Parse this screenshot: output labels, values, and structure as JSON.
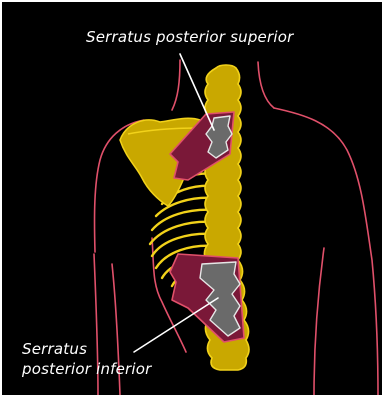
{
  "labels": {
    "superior": "Serratus posterior superior",
    "inferior_line1": "Serratus",
    "inferior_line2": "posterior inferior"
  },
  "colors": {
    "background": "#000000",
    "frame": "#ffffff",
    "outline": "#e0506a",
    "bone_fill": "#c9a800",
    "bone_stroke": "#f2d21a",
    "muscle_fill": "#7a1838",
    "muscle_stroke": "#e0506a",
    "tendon_fill": "#6a6a6a",
    "tendon_stroke": "#e6e6e6",
    "leader_line": "#ffffff"
  }
}
